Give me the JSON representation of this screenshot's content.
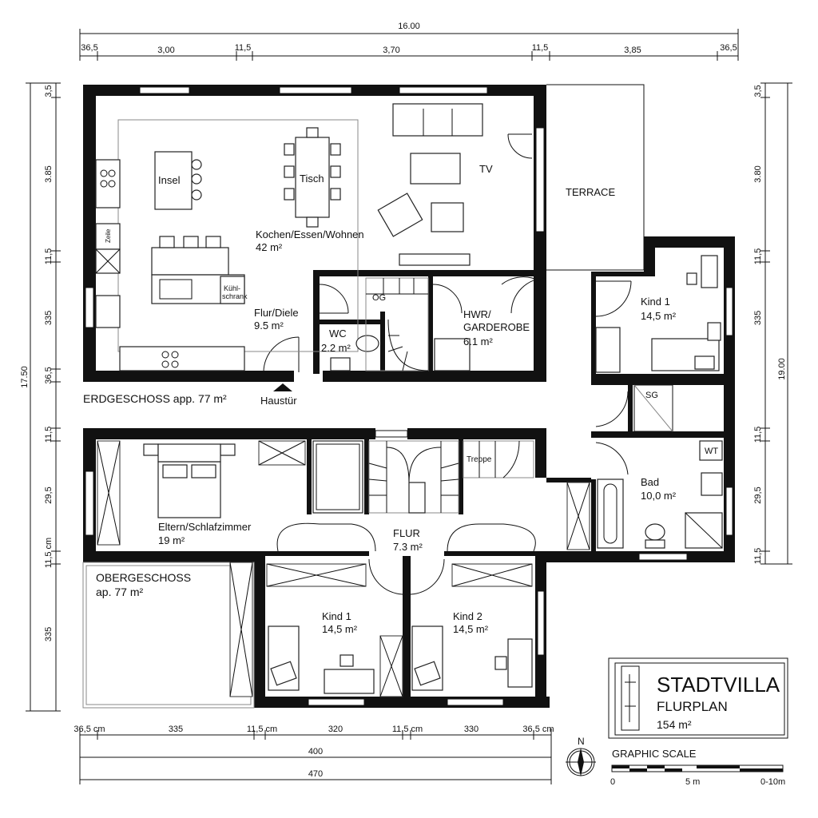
{
  "dimensions": {
    "top_total": "16.00",
    "top_segments": [
      "36,5",
      "3,00",
      "11,5",
      "3,70",
      "11,5",
      "3,85",
      "36,5"
    ],
    "left_total": "17.50",
    "left_segments": [
      "3,5",
      "3.85",
      "11,5",
      "335",
      "36,5",
      "11,5",
      "29,5",
      "11,5 cm",
      "335"
    ],
    "right_total": "19.00",
    "right_segments": [
      "3,5",
      "3.80",
      "11,5",
      "335",
      "11,5",
      "29,5",
      "11,5"
    ],
    "bottom_segments": [
      "36,5 cm",
      "335",
      "11,5 cm",
      "320",
      "11,5 cm",
      "330",
      "36,5 cm"
    ],
    "bottom_total_1": "400",
    "bottom_total_2": "470"
  },
  "ground_floor": {
    "label": "ERDGESCHOSS app. 77 m²",
    "rooms": {
      "insel": "Insel",
      "tisch": "Tisch",
      "tv": "TV",
      "kitchen_name": "Kochen/Essen/Wohnen",
      "kitchen_area": "42 m²",
      "flur_name": "Flur/Diele",
      "flur_area": "9.5 m²",
      "wc_name": "WC",
      "wc_area": "2.2 m²",
      "og": "OG",
      "hwr_name": "HWR/",
      "hwr_name2": "GARDEROBE",
      "hwr_area": "6.1 m²",
      "kuehl1": "Kühl-",
      "kuehl2": "schrank",
      "zeile": "Zeile",
      "terrace": "TERRACE",
      "haustuer": "Haustür"
    }
  },
  "upper_floor": {
    "label1": "OBERGESCHOSS",
    "label2": "ap. 77 m²",
    "rooms": {
      "eltern_name": "Eltern/Schlafzimmer",
      "eltern_area": "19 m²",
      "flur_name": "FLUR",
      "flur_area": "7.3 m²",
      "kind1_name": "Kind 1",
      "kind1_area": "14,5 m²",
      "kind2_name": "Kind 2",
      "kind2_area": "14,5 m²",
      "treppe": "Treppe"
    }
  },
  "right_wing": {
    "kind1_name": "Kind 1",
    "kind1_area": "14,5 m²",
    "sg": "SG",
    "wt": "WT",
    "bad_name": "Bad",
    "bad_area": "10,0 m²"
  },
  "title_block": {
    "title": "STADTVILLA",
    "subtitle": "FLURPLAN",
    "area": "154 m²"
  },
  "north": "N",
  "scale": {
    "label": "GRAPHIC SCALE",
    "ticks": [
      "0",
      "5 m",
      "0-10m"
    ]
  }
}
